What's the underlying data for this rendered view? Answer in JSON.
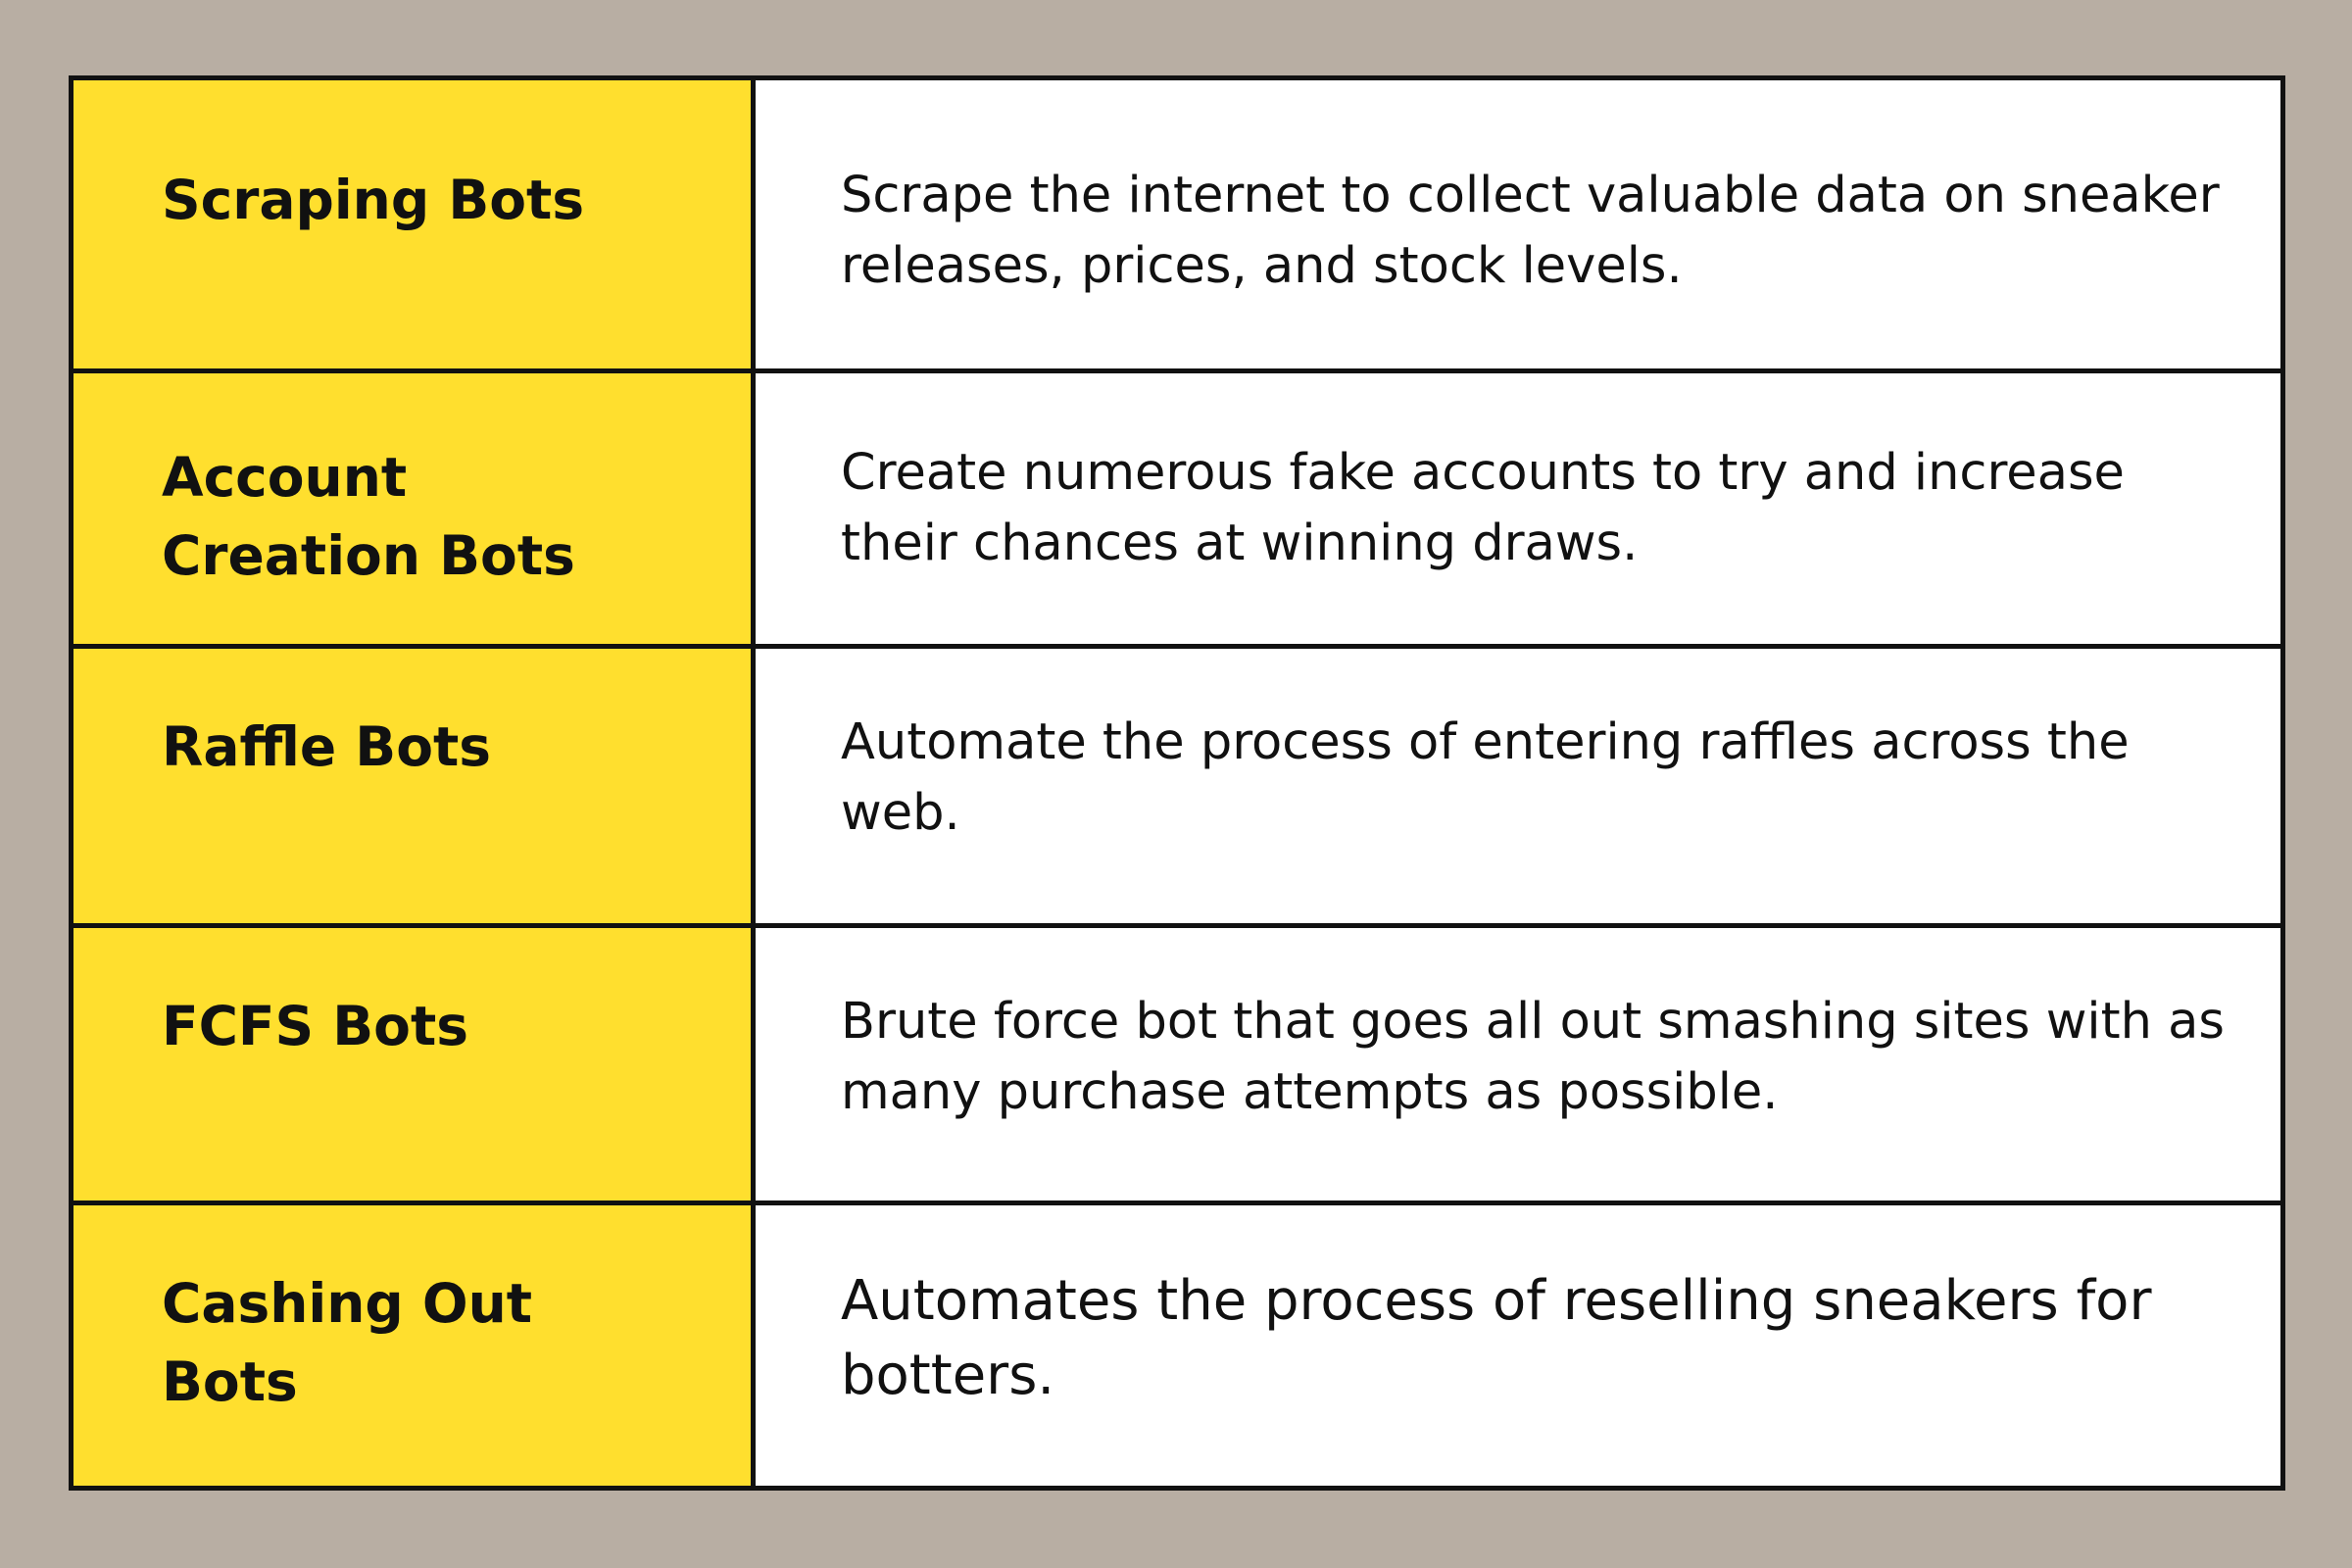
{
  "table": {
    "rows": [
      {
        "type": "Scraping Bots",
        "description": "Scrape the internet to collect valuable data on sneaker releases, prices, and stock levels."
      },
      {
        "type": "Account Creation Bots",
        "description": "Create numerous fake accounts to try and increase their chances at winning draws."
      },
      {
        "type": "Raffle Bots",
        "description": "Automate the process of entering raffles across the web."
      },
      {
        "type": "FCFS Bots",
        "description": "Brute force bot that goes all out smashing sites with as many purchase attempts as possible."
      },
      {
        "type": "Cashing Out Bots",
        "description": "Automates the process of reselling sneakers for botters."
      }
    ]
  },
  "colors": {
    "background": "#b8aea3",
    "label_fill": "#ffdf2e",
    "border": "#111111",
    "description_fill": "#ffffff"
  }
}
